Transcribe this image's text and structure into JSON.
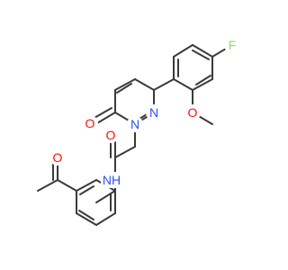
{
  "molecule": {
    "atom_labels": {
      "ring_oxygen": "O",
      "ring_n1": "N",
      "ring_n2": "N",
      "fluorine": "F",
      "methoxy_oxygen": "O",
      "amide_oxygen": "O",
      "amide_nh": "NH",
      "acetyl_oxygen": "O"
    },
    "colors": {
      "bond": "#3a3a3a",
      "oxygen": "#ff0d0d",
      "nitrogen": "#3050f8",
      "fluorine": "#90e050"
    }
  }
}
